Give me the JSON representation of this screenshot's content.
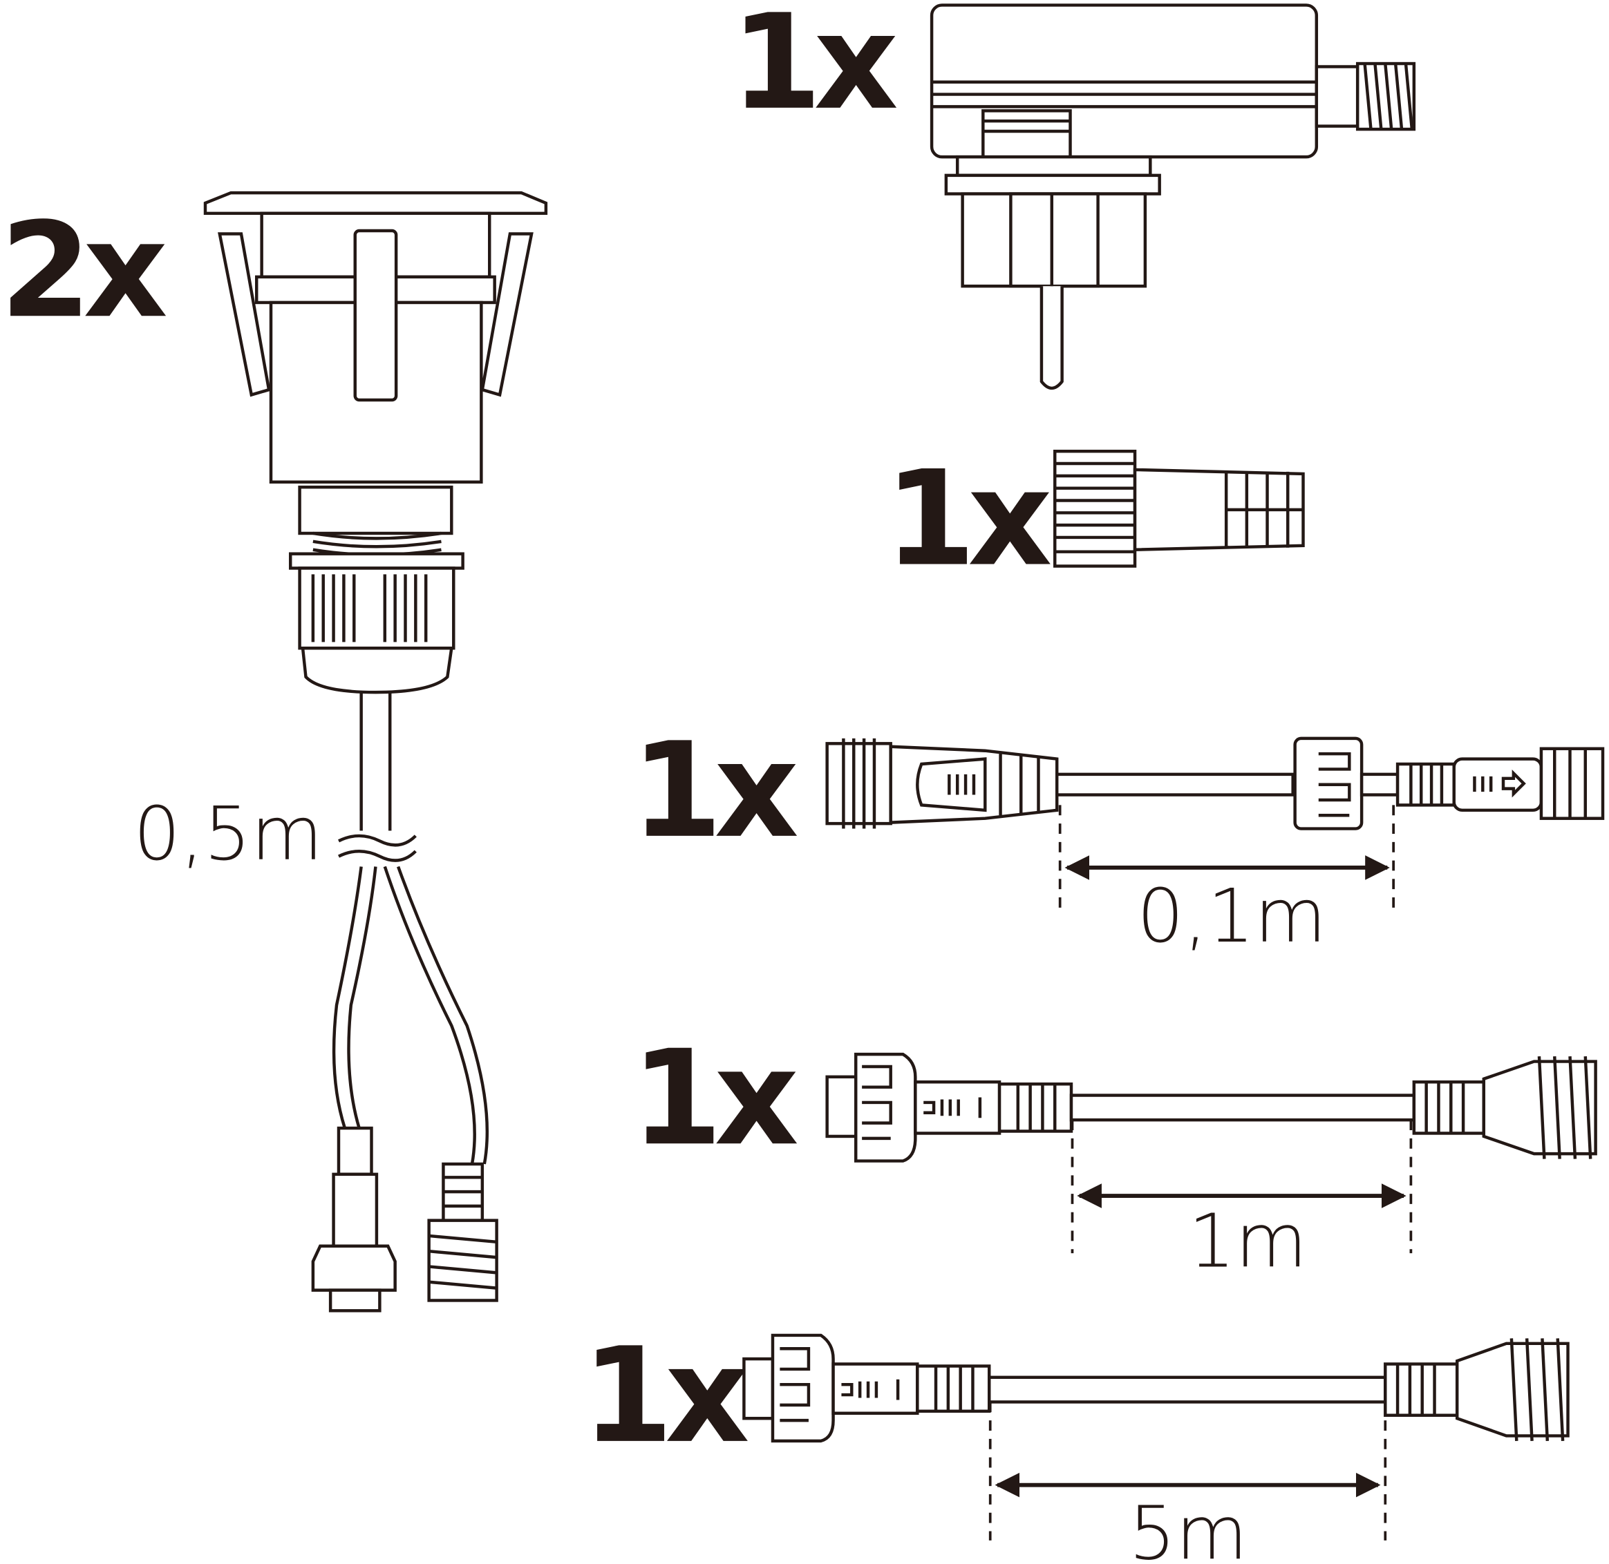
{
  "title": "Package contents",
  "items": [
    {
      "quantity": "2x",
      "name": "recessed-spotlight",
      "cable_length": "0,5m"
    },
    {
      "quantity": "1x",
      "name": "power-adapter"
    },
    {
      "quantity": "1x",
      "name": "end-cap"
    },
    {
      "quantity": "1x",
      "name": "extension-cable-short",
      "cable_length": "0,1m"
    },
    {
      "quantity": "1x",
      "name": "extension-cable-medium",
      "cable_length": "1m"
    },
    {
      "quantity": "1x",
      "name": "extension-cable-long",
      "cable_length": "5m"
    }
  ],
  "colors": {
    "ink": "#231815",
    "background": "#ffffff"
  }
}
